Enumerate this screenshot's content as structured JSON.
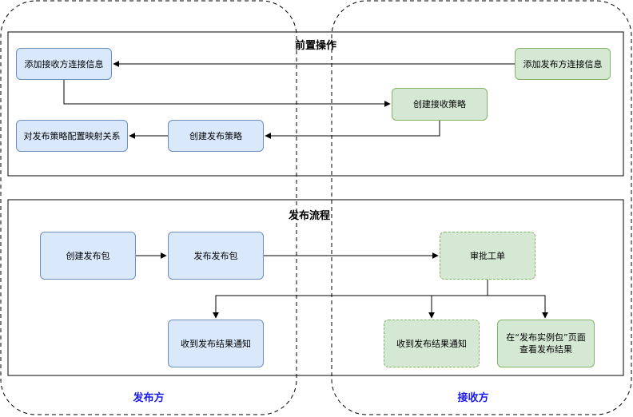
{
  "lanes": {
    "left_label": "发布方",
    "right_label": "接收方"
  },
  "sections": {
    "pre": {
      "title": "前置操作"
    },
    "flow": {
      "title": "发布流程"
    }
  },
  "nodes": {
    "add_receiver_conn": "添加接收方连接信息",
    "add_publisher_conn": "添加发布方连接信息",
    "create_receive_policy": "创建接收策略",
    "create_publish_policy": "创建发布策略",
    "config_mapping": "对发布策略配置映射关系",
    "create_package": "创建发布包",
    "publish_package": "发布发布包",
    "review_ticket": "审批工单",
    "publisher_notify": "收到发布结果通知",
    "receiver_notify": "收到发布结果通知",
    "view_result": "在“发布实例包”页面查看发布结果"
  },
  "colors": {
    "blue_fill": "#dae8fc",
    "blue_stroke": "#6c8ebf",
    "green_fill": "#d5e8d4",
    "green_stroke": "#82b366",
    "lane_label": "#1a1ae6"
  }
}
